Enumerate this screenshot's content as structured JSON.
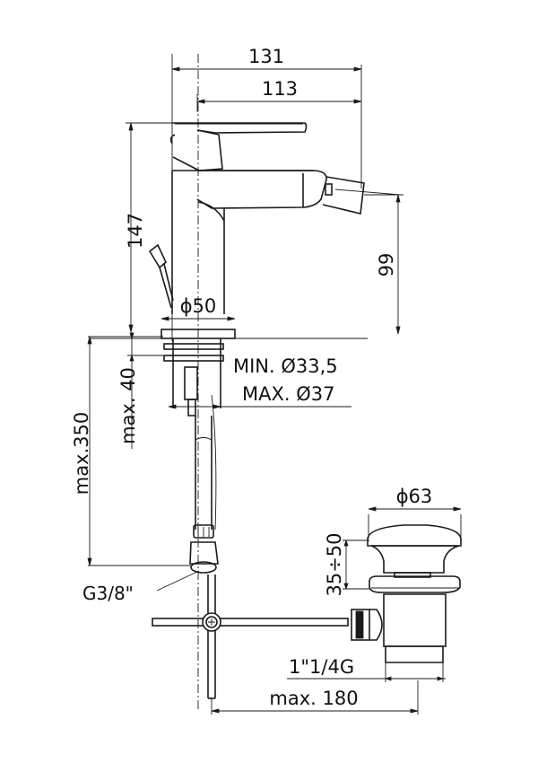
{
  "drawing": {
    "title": "Bidet mixer technical drawing",
    "units": "mm",
    "line_color": "#1a1a1a",
    "background": "#ffffff"
  },
  "dimensions": {
    "overall_width": "131",
    "spout_reach": "113",
    "overall_height": "147",
    "spout_height": "99",
    "base_diameter": "ϕ50",
    "hole_min": "MIN. Ø33,5",
    "hole_max": "MAX. Ø37",
    "deck_thickness": "max. 40",
    "hose_length": "max.350",
    "hose_thread": "G3/8\"",
    "waste_diameter": "ϕ63",
    "waste_lift": "35÷50",
    "waste_thread": "1\"1/4G",
    "pull_rod_length": "max. 180"
  }
}
